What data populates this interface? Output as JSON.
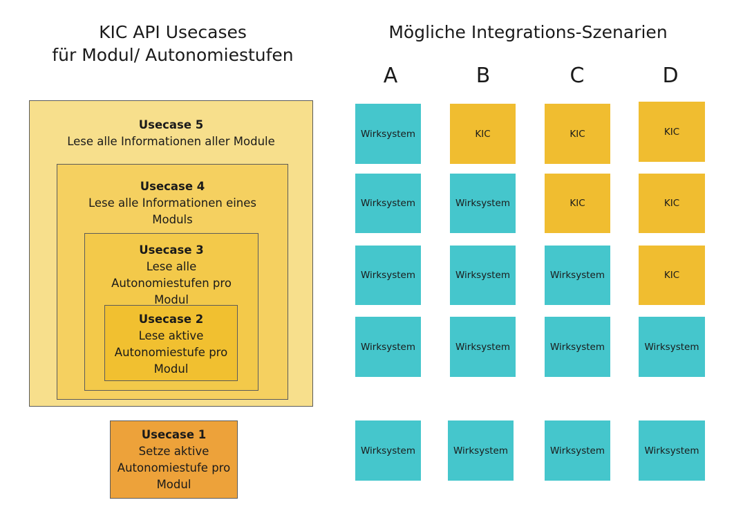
{
  "left": {
    "title_line1": "KIC API Usecases",
    "title_line2": "für Modul/ Autonomiestufen",
    "usecases": {
      "uc5": {
        "title": "Usecase 5",
        "desc": "Lese alle Informationen aller Module"
      },
      "uc4": {
        "title": "Usecase 4",
        "desc": "Lese alle Informationen eines Moduls"
      },
      "uc3": {
        "title": "Usecase 3",
        "desc": "Lese alle Autonomiestufen pro Modul"
      },
      "uc2": {
        "title": "Usecase 2",
        "desc": "Lese aktive Autonomiestufe pro Modul"
      },
      "uc1": {
        "title": "Usecase 1",
        "desc": "Setze aktive Autonomiestufe pro Modul"
      }
    }
  },
  "right": {
    "title": "Mögliche Integrations-Szenarien",
    "columns": [
      "A",
      "B",
      "C",
      "D"
    ],
    "grid": [
      [
        "Wirksystem",
        "KIC",
        "KIC",
        "KIC"
      ],
      [
        "Wirksystem",
        "Wirksystem",
        "KIC",
        "KIC"
      ],
      [
        "Wirksystem",
        "Wirksystem",
        "Wirksystem",
        "KIC"
      ],
      [
        "Wirksystem",
        "Wirksystem",
        "Wirksystem",
        "Wirksystem"
      ],
      [
        "Wirksystem",
        "Wirksystem",
        "Wirksystem",
        "Wirksystem"
      ]
    ]
  },
  "colors": {
    "wirksystem": "#45c6cc",
    "kic": "#f0bd30",
    "uc5": "#f7df8c",
    "uc4": "#f5d060",
    "uc3": "#f3c94a",
    "uc2": "#f1c030",
    "uc1": "#eda23a"
  }
}
